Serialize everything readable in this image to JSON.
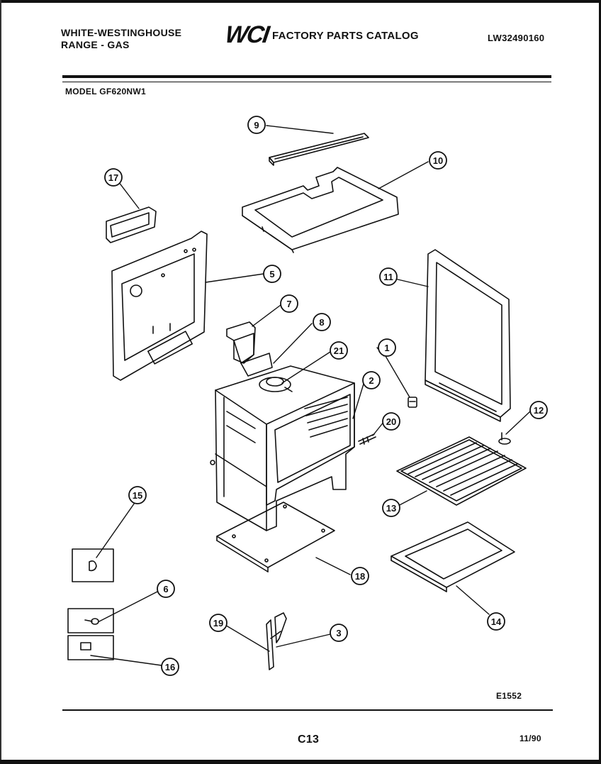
{
  "header": {
    "brand_line1": "WHITE-WESTINGHOUSE",
    "brand_line2": "RANGE - GAS",
    "logo": "WCI",
    "catalog_title": "FACTORY PARTS CATALOG",
    "part_number": "LW32490160"
  },
  "model": "MODEL GF620NW1",
  "footer": {
    "drawing_code": "E1552",
    "page_code": "C13",
    "date": "11/90"
  },
  "callouts": {
    "c1": "1",
    "c2": "2",
    "c3": "3",
    "c5": "5",
    "c6": "6",
    "c7": "7",
    "c8": "8",
    "c9": "9",
    "c10": "10",
    "c11": "11",
    "c12": "12",
    "c13": "13",
    "c14": "14",
    "c15": "15",
    "c16": "16",
    "c17": "17",
    "c18": "18",
    "c19": "19",
    "c20": "20",
    "c21": "21"
  }
}
